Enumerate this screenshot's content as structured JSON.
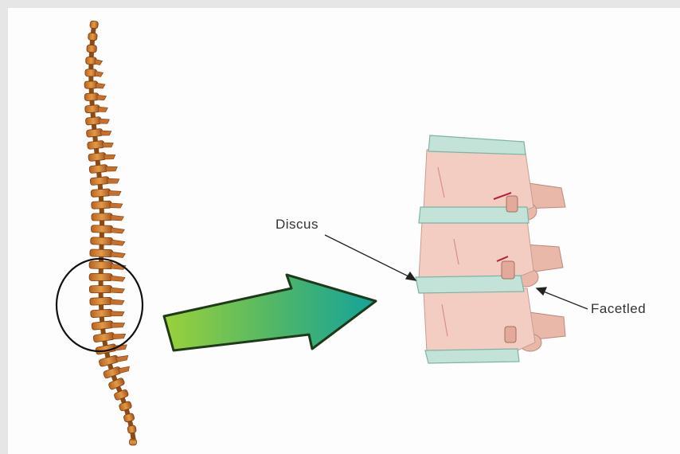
{
  "labels": {
    "disc": "Discus",
    "facet": "Facetled"
  },
  "colors": {
    "spine_bone": "#d9832a",
    "spine_dark": "#8a4a16",
    "vertebra_body": "#f2c9bf",
    "disc": "#b9ddd2",
    "arrow_start": "#8bc63f",
    "arrow_end": "#1aa49a"
  },
  "icons": {
    "spine": "spine-illustration",
    "highlight": "circle-outline",
    "arrow": "right-arrow",
    "vertebrae": "lumbar-vertebrae-illustration"
  }
}
